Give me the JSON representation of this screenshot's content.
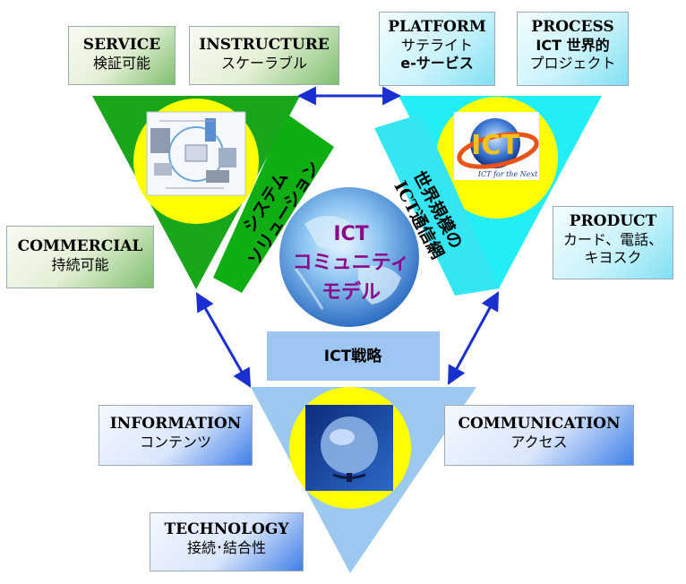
{
  "center": {
    "lines": [
      "ICT",
      "コミュニティ",
      "モデル"
    ],
    "strategy_label": "ICT戦略"
  },
  "bands": {
    "left": {
      "line1": "システム",
      "line2": "ソリューション"
    },
    "right": {
      "line1": "世界規模の",
      "line2": "ICT通信網"
    }
  },
  "boxes": {
    "service": {
      "title": "SERVICE",
      "sub": "検証可能"
    },
    "instructure": {
      "title": "INSTRUCTURE",
      "sub": "スケーラブル"
    },
    "platform": {
      "title": "PLATFORM",
      "sub1": "サテライト",
      "sub2": "e-サービス"
    },
    "process": {
      "title": "PROCESS",
      "sub1": "ICT 世界的",
      "sub2": "プロジェクト"
    },
    "commercial": {
      "title": "COMMERCIAL",
      "sub": "持続可能"
    },
    "product": {
      "title": "PRODUCT",
      "sub1": "カード、電話、",
      "sub2": "キヨスク"
    },
    "information": {
      "title": "INFORMATION",
      "sub": "コンテンツ"
    },
    "communication": {
      "title": "COMMUNICATION",
      "sub": "アクセス"
    },
    "technology": {
      "title": "TECHNOLOGY",
      "sub": "接続･結合性"
    }
  },
  "logo": {
    "text": "ICT",
    "tagline": "ICT for the Next"
  },
  "colors": {
    "green_triangle": "#1aa61a",
    "cyan_triangle": "#22eef7",
    "blue_triangle": "#9cc9ef",
    "band_green": "#0fae12",
    "band_cyan": "#34e6f2",
    "circle_fill": "#ffff00",
    "center_text": "#8a0a8a",
    "strategy_fill": "#9ec6f2",
    "arrow": "#1a2fcf"
  }
}
